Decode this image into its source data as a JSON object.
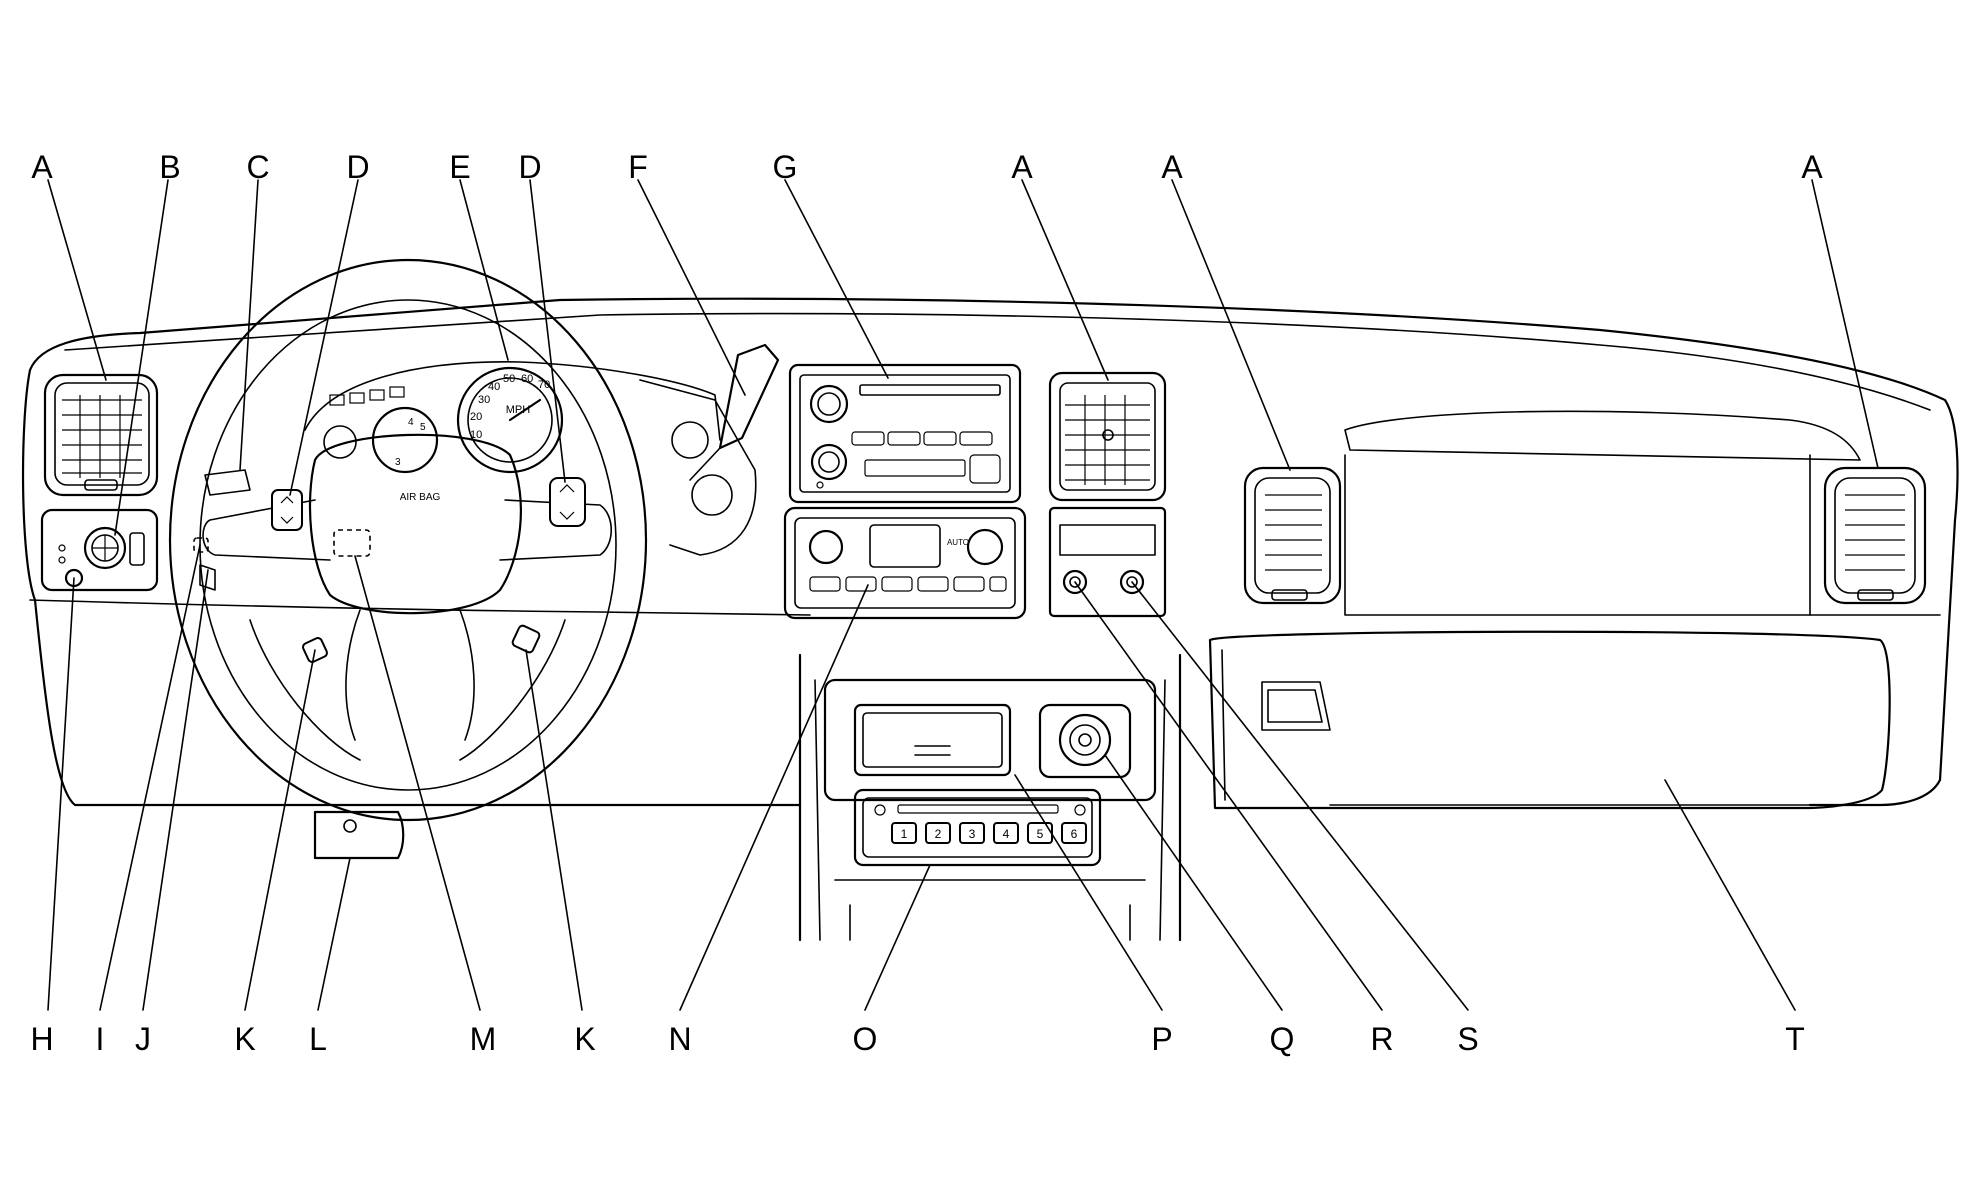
{
  "callouts": {
    "top": [
      {
        "id": "a1",
        "letter": "A"
      },
      {
        "id": "b",
        "letter": "B"
      },
      {
        "id": "c",
        "letter": "C"
      },
      {
        "id": "d1",
        "letter": "D"
      },
      {
        "id": "e",
        "letter": "E"
      },
      {
        "id": "d2",
        "letter": "D"
      },
      {
        "id": "f",
        "letter": "F"
      },
      {
        "id": "g",
        "letter": "G"
      },
      {
        "id": "a2",
        "letter": "A"
      },
      {
        "id": "a3",
        "letter": "A"
      },
      {
        "id": "a4",
        "letter": "A"
      }
    ],
    "bottom": [
      {
        "id": "h",
        "letter": "H"
      },
      {
        "id": "i",
        "letter": "I"
      },
      {
        "id": "j",
        "letter": "J"
      },
      {
        "id": "k1",
        "letter": "K"
      },
      {
        "id": "l",
        "letter": "L"
      },
      {
        "id": "m",
        "letter": "M"
      },
      {
        "id": "k2",
        "letter": "K"
      },
      {
        "id": "n",
        "letter": "N"
      },
      {
        "id": "o",
        "letter": "O"
      },
      {
        "id": "p",
        "letter": "P"
      },
      {
        "id": "q",
        "letter": "Q"
      },
      {
        "id": "r",
        "letter": "R"
      },
      {
        "id": "s",
        "letter": "S"
      },
      {
        "id": "t",
        "letter": "T"
      }
    ]
  },
  "labels": {
    "airbag": "AIR BAG",
    "speed_unit": "MPH",
    "speedo_numbers": [
      "10",
      "20",
      "30",
      "40",
      "50",
      "60",
      "70"
    ],
    "tach_numbers": [
      "3",
      "4",
      "5"
    ],
    "auto": "AUTO",
    "cassette_buttons": [
      "1",
      "2",
      "3",
      "4",
      "5",
      "6"
    ]
  }
}
